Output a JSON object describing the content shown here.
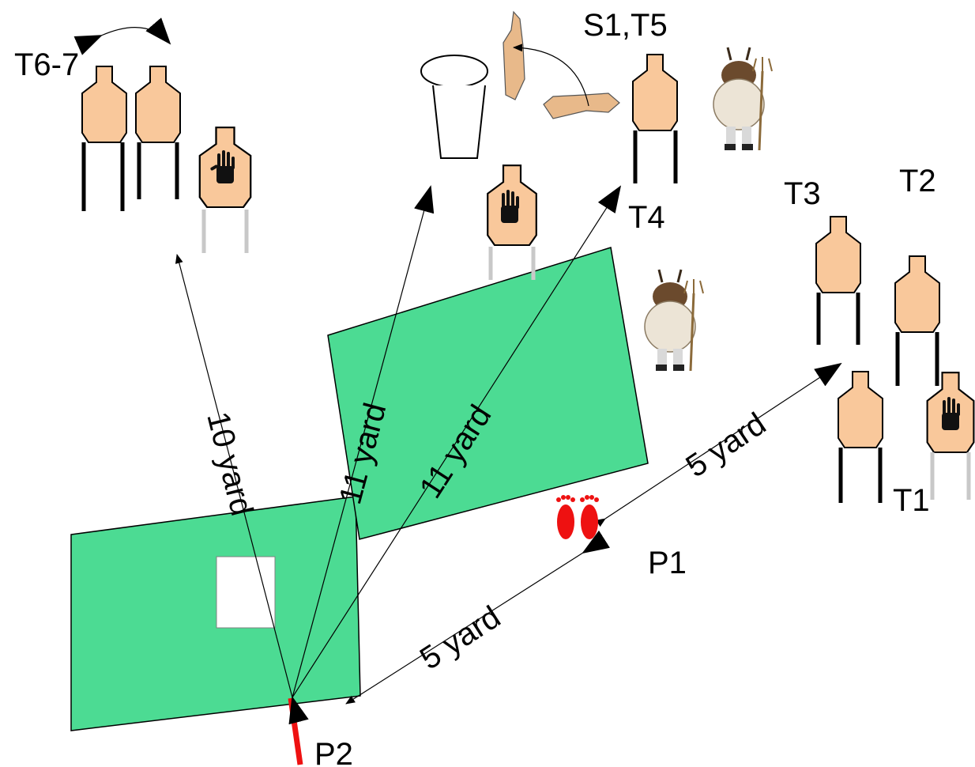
{
  "labels": {
    "t6_7": "T6-7",
    "s1_t5": "S1,T5",
    "t4": "T4",
    "t3": "T3",
    "t2": "T2",
    "t1": "T1",
    "p1": "P1",
    "p2": "P2"
  },
  "distances": {
    "d_t67": "10 yard",
    "d_cup": "11 yard",
    "d_t4": "11 yard",
    "d_p1_t": "5 yard",
    "d_p2_p1": "5 yard"
  },
  "icons": {
    "no_shoot": "hand-icon",
    "start_marker": "footprints-icon",
    "mask_figure": "busojaras-costume-figure"
  },
  "colors": {
    "target_fill": "#f9c89b",
    "barrier_fill": "#4cdb93",
    "fault_line": "#ee1111",
    "footprints": "#ee1111"
  }
}
